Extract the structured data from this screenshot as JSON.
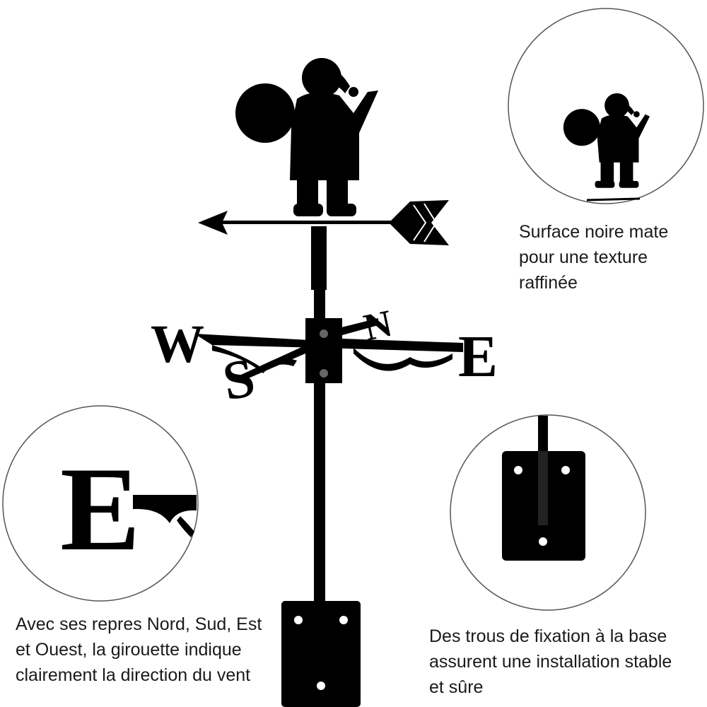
{
  "product": {
    "letters": {
      "west": "W",
      "east": "E",
      "south": "S",
      "north": "N"
    },
    "color": "#000000"
  },
  "captions": {
    "finish": [
      "Surface noire mate",
      "pour une texture",
      "raffinée"
    ],
    "directions": [
      "Avec ses repres Nord, Sud, Est",
      "et Ouest, la girouette indique",
      "clairement la direction du vent"
    ],
    "mounting": [
      "Des trous de fixation à la base",
      "assurent une installation stable",
      "et sûre"
    ]
  },
  "colors": {
    "metal": "#000000",
    "circle_outline": "#555555",
    "text": "#1a1a1a"
  }
}
